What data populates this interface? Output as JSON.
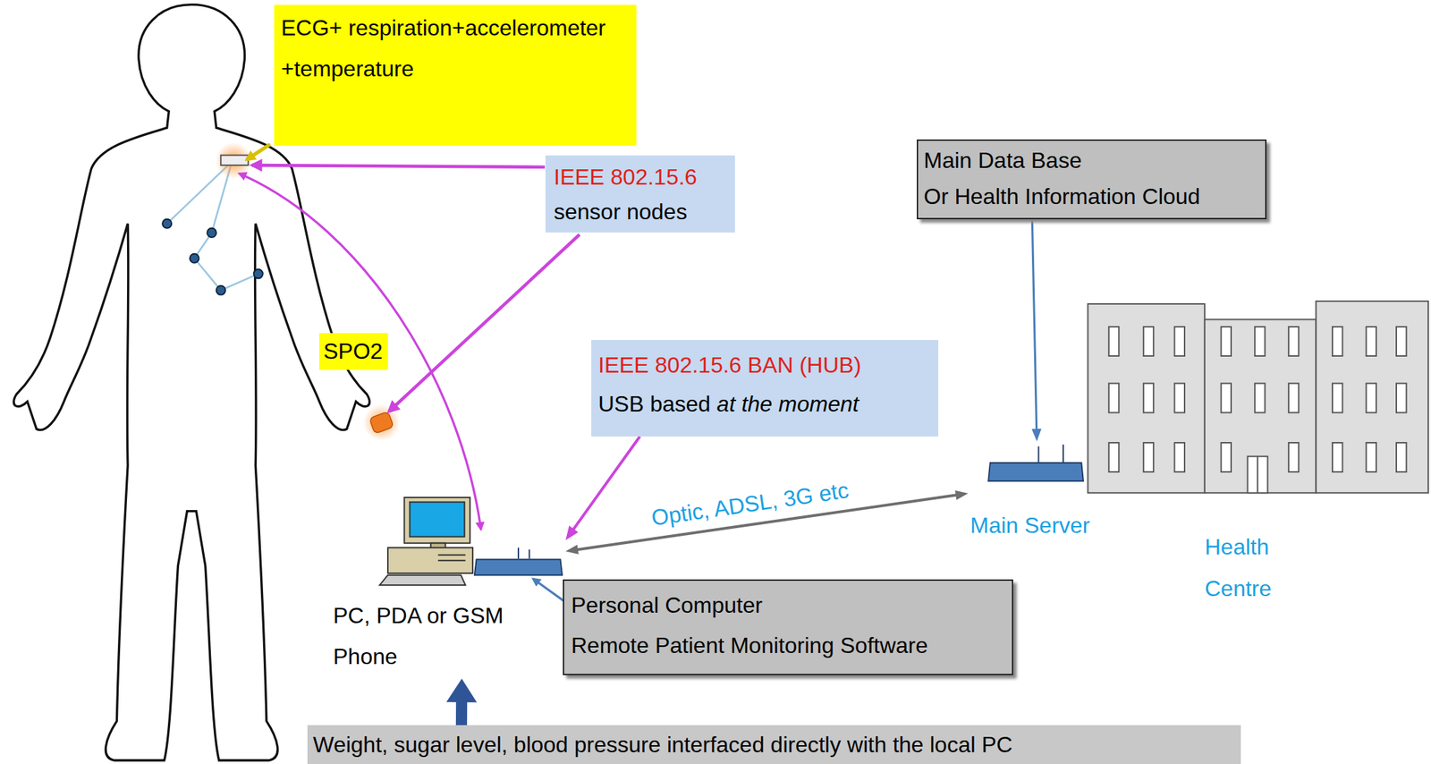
{
  "diagram": {
    "nodes": [
      {
        "text": [
          "ECG+ respiration+accelerometer +temperature"
        ]
      },
      {
        "text": [
          "IEEE 802.15.6",
          "sensor nodes"
        ]
      },
      {
        "text": [
          "Main Data Base",
          "Or Health Information Cloud"
        ]
      },
      {
        "text": [
          "SPO2"
        ]
      },
      {
        "text": [
          "IEEE 802.15.6 BAN (HUB)",
          "USB based",
          "at the moment"
        ]
      },
      {
        "text": [
          "PC, PDA or GSM Phone"
        ]
      },
      {
        "text": [
          "Personal Computer",
          "Remote Patient Monitoring Software"
        ]
      },
      {
        "text": [
          "Main Server"
        ]
      },
      {
        "text": [
          "Weight, sugar level, blood pressure interfaced directly with the local PC"
        ]
      }
    ],
    "edges": [
      {
        "from": 4,
        "to": 5,
        "arrow": "to"
      },
      {
        "from": 5,
        "to": 7,
        "label": "Optic, ADSL, 3G etc",
        "arrow": "both"
      },
      {
        "from": 2,
        "to": 7,
        "arrow": "to"
      },
      {
        "from": 8,
        "to": 5,
        "arrow": "to"
      }
    ],
    "labels": [
      "Health Centre"
    ]
  }
}
